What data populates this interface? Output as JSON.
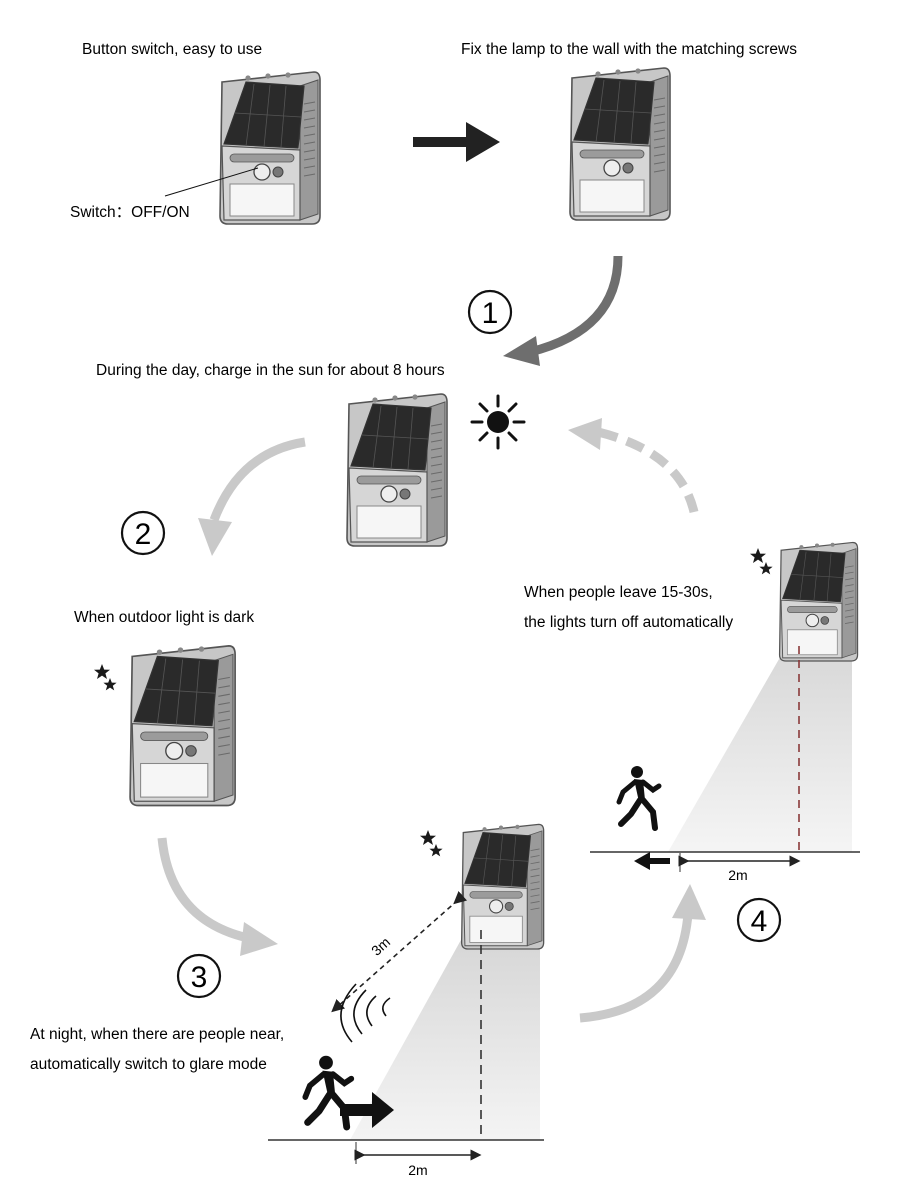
{
  "captions": {
    "button_switch": "Button switch, easy to use",
    "fix_lamp": "Fix the lamp to the wall with the matching screws",
    "switch_label": "Switch：OFF/ON",
    "charge_day": "During the day, charge in the sun for about 8 hours",
    "outdoor_dark": "When outdoor light is dark",
    "people_leave_1": "When people leave 15-30s,",
    "people_leave_2": "the lights turn off automatically",
    "night_near_1": "At night, when there are people near,",
    "night_near_2": "automatically switch to glare mode"
  },
  "steps": {
    "one": "1",
    "two": "2",
    "three": "3",
    "four": "4"
  },
  "distances": {
    "sense_range": "3m",
    "floor_step3": "2m",
    "floor_step4": "2m"
  },
  "colors": {
    "arrow_dark": "#222222",
    "arrow_gray": "#6e6e6e",
    "arrow_light": "#c9c9c9",
    "lamp_body": "#bdbdbd",
    "solar_panel": "#2a2a2a",
    "beam": "#e4e4e4"
  }
}
